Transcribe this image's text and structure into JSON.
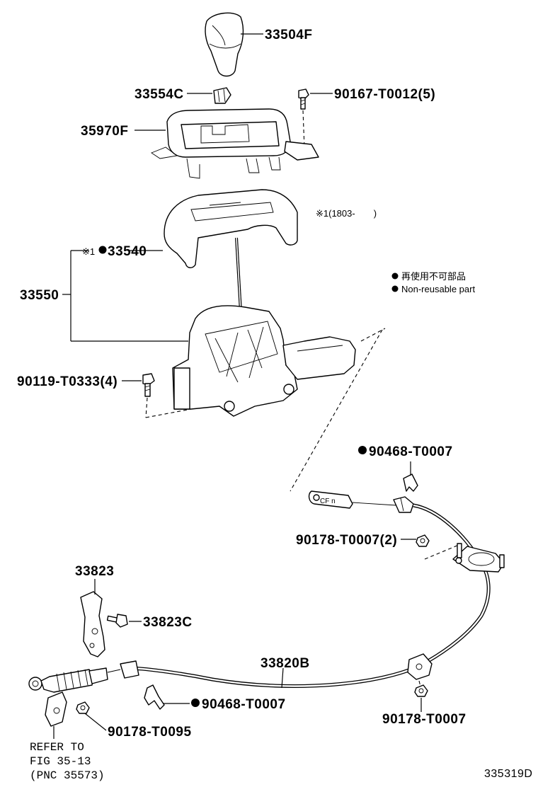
{
  "labels": {
    "knob": "33504F",
    "clip": "33554C",
    "screw_top": "90167-T0012(5)",
    "bezel": "35970F",
    "note_star": "※1(1803-　　)",
    "cover_prefix": "※1",
    "cover": "33540",
    "shift_lever_assy": "33550",
    "bolt_left": "90119-T0333(4)",
    "clip_nonreuse_1": "90468-T0007",
    "nut_2": "90178-T0007(2)",
    "bracket": "33823",
    "bracket_bolt": "33823C",
    "cable": "33820B",
    "clip_nonreuse_2": "90468-T0007",
    "nut_single": "90178-T0007",
    "nut_left": "90178-T0095"
  },
  "legend": {
    "line1": "再使用不可部品",
    "line2": "Non-reusable part"
  },
  "refer": {
    "line1": "REFER TO",
    "line2": "FIG 35-13",
    "line3": "(PNC 35573)"
  },
  "diagram_id": "335319D"
}
